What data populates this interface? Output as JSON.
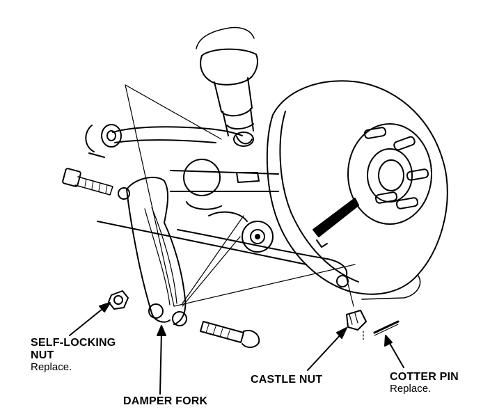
{
  "labels": {
    "self_locking_nut": {
      "title_line1": "SELF-LOCKING",
      "title_line2": "NUT",
      "note": "Replace."
    },
    "damper_fork": {
      "title": "DAMPER FORK"
    },
    "castle_nut": {
      "title": "CASTLE NUT"
    },
    "cotter_pin": {
      "title": "COTTER PIN",
      "note": "Replace."
    }
  },
  "colors": {
    "ink": "#000000",
    "paper": "#ffffff"
  }
}
